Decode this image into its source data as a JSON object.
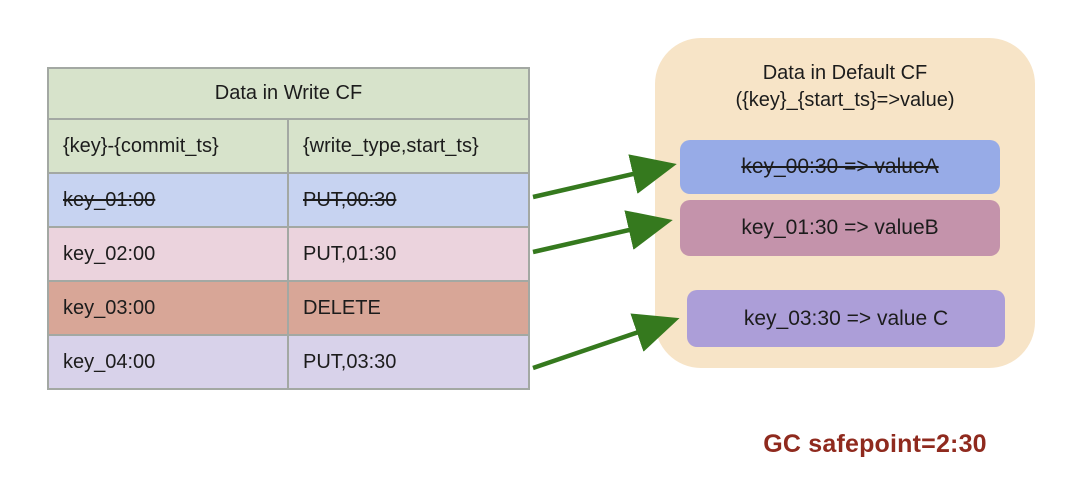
{
  "write_cf_table": {
    "title": "Data in Write CF",
    "header_color": "#d7e3cb",
    "border_color": "#a3a8a3",
    "columns": [
      "{key}-{commit_ts}",
      "{write_type,start_ts}"
    ],
    "rows": [
      {
        "key": "key_01:00",
        "value": "PUT,00:30",
        "strikethrough": true,
        "color": "#c7d3f1"
      },
      {
        "key": "key_02:00",
        "value": "PUT,01:30",
        "strikethrough": false,
        "color": "#ebd3dd"
      },
      {
        "key": "key_03:00",
        "value": "DELETE",
        "strikethrough": false,
        "color": "#d8a697"
      },
      {
        "key": "key_04:00",
        "value": "PUT,03:30",
        "strikethrough": false,
        "color": "#d8d2ea"
      }
    ]
  },
  "default_cf_panel": {
    "title_line1": "Data in Default CF",
    "title_line2": "({key}_{start_ts}=>value)",
    "background": "#f7e4c7",
    "entries": [
      {
        "label": "key_00:30 => valueA",
        "strikethrough": true,
        "color": "#97abe7"
      },
      {
        "label": "key_01:30 => valueB",
        "strikethrough": false,
        "color": "#c493ab"
      },
      {
        "label": "key_03:30 => value C",
        "strikethrough": false,
        "color": "#ac9ed8"
      }
    ]
  },
  "arrows": {
    "color": "#35791e",
    "links": [
      {
        "from": "write-cf-row-1",
        "to": "default-cf-entry-1"
      },
      {
        "from": "write-cf-row-2",
        "to": "default-cf-entry-2"
      },
      {
        "from": "write-cf-row-4",
        "to": "default-cf-entry-3"
      }
    ]
  },
  "annotation": {
    "text": "GC safepoint=2:30",
    "color": "#8f2a1e"
  }
}
